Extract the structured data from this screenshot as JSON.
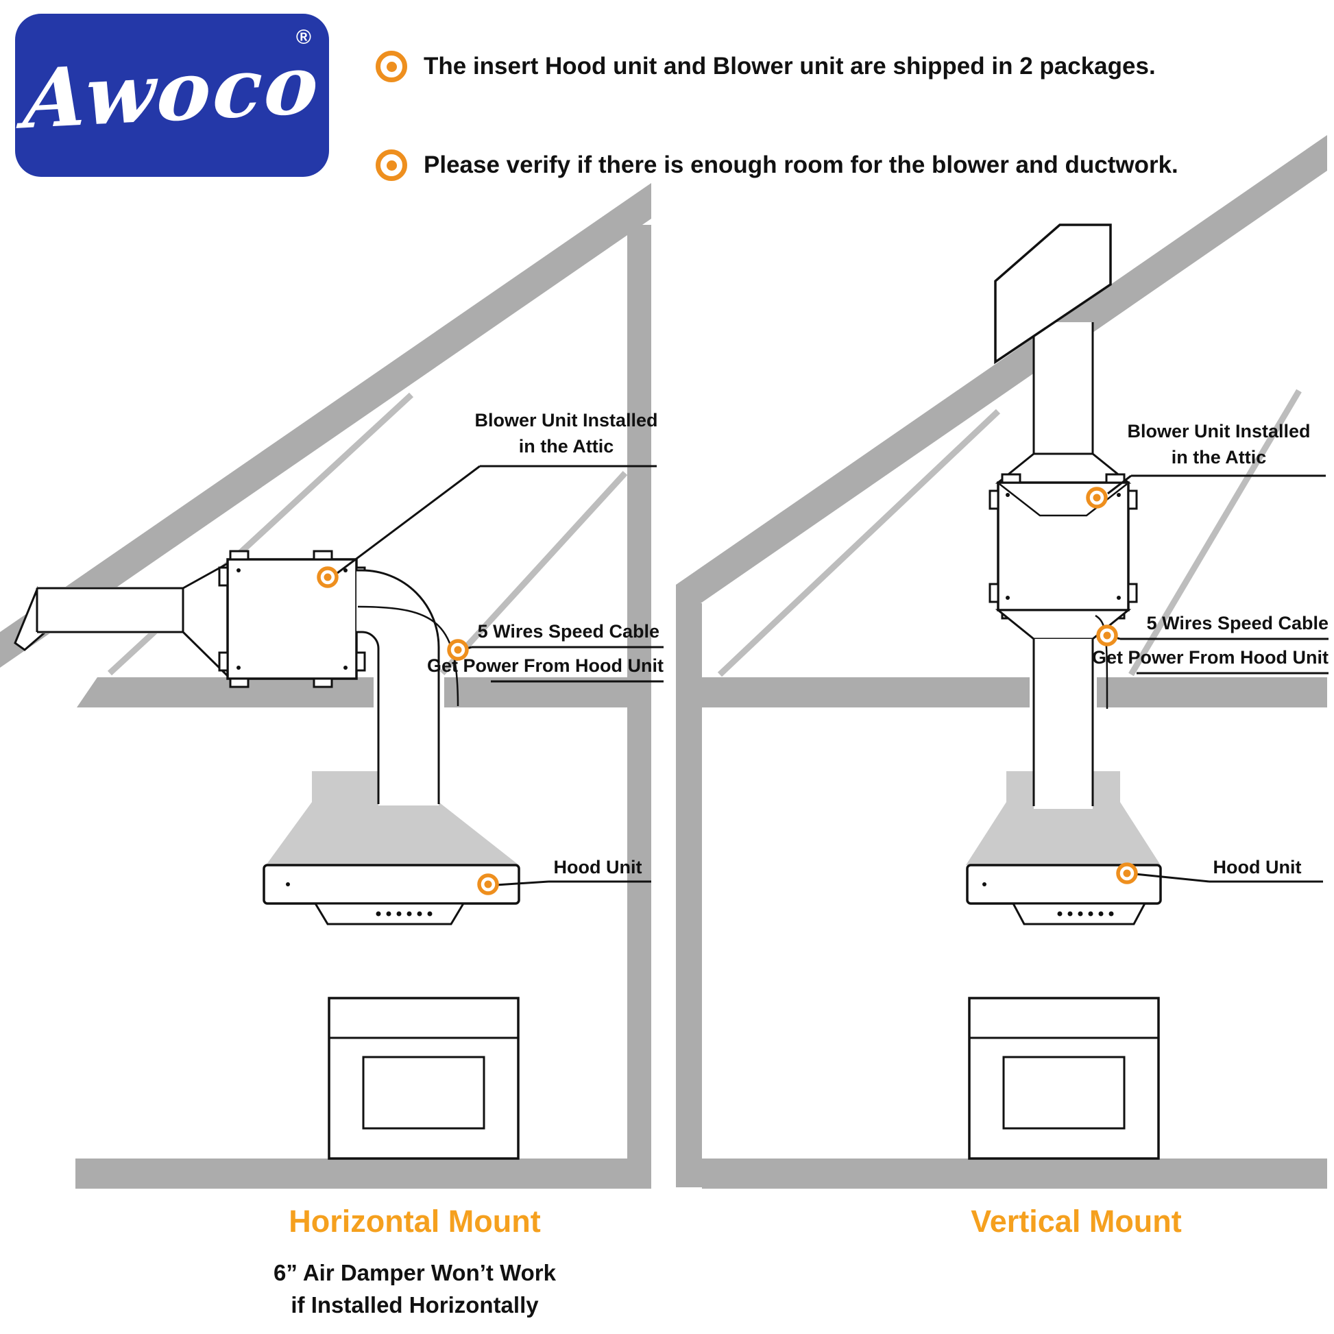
{
  "logo": {
    "brand": "Awoco",
    "registered": "®"
  },
  "header": {
    "bullet1": "The insert Hood unit and Blower unit are shipped in 2 packages.",
    "bullet2": "Please verify if there is enough room for the blower and ductwork."
  },
  "left_diagram": {
    "caption": "Horizontal Mount",
    "blower_label_line1": "Blower Unit Installed",
    "blower_label_line2": "in the Attic",
    "cable_label_line1": "5 Wires Speed Cable",
    "cable_label_line2": "Get Power From Hood Unit",
    "hood_label": "Hood Unit",
    "footnote_line1": "6” Air Damper Won’t Work",
    "footnote_line2": "if Installed Horizontally"
  },
  "right_diagram": {
    "caption": "Vertical Mount",
    "blower_label_line1": "Blower Unit Installed",
    "blower_label_line2": "in the Attic",
    "cable_label_line1": "5 Wires Speed Cable",
    "cable_label_line2": "Get Power From Hood Unit",
    "hood_label": "Hood Unit"
  },
  "colors": {
    "accent_orange": "#EE8F1E",
    "caption_orange": "#F5A01E",
    "logo_blue": "#2438A8",
    "structure_gray": "#ACACAC",
    "hood_gray": "#CBCBCB"
  }
}
